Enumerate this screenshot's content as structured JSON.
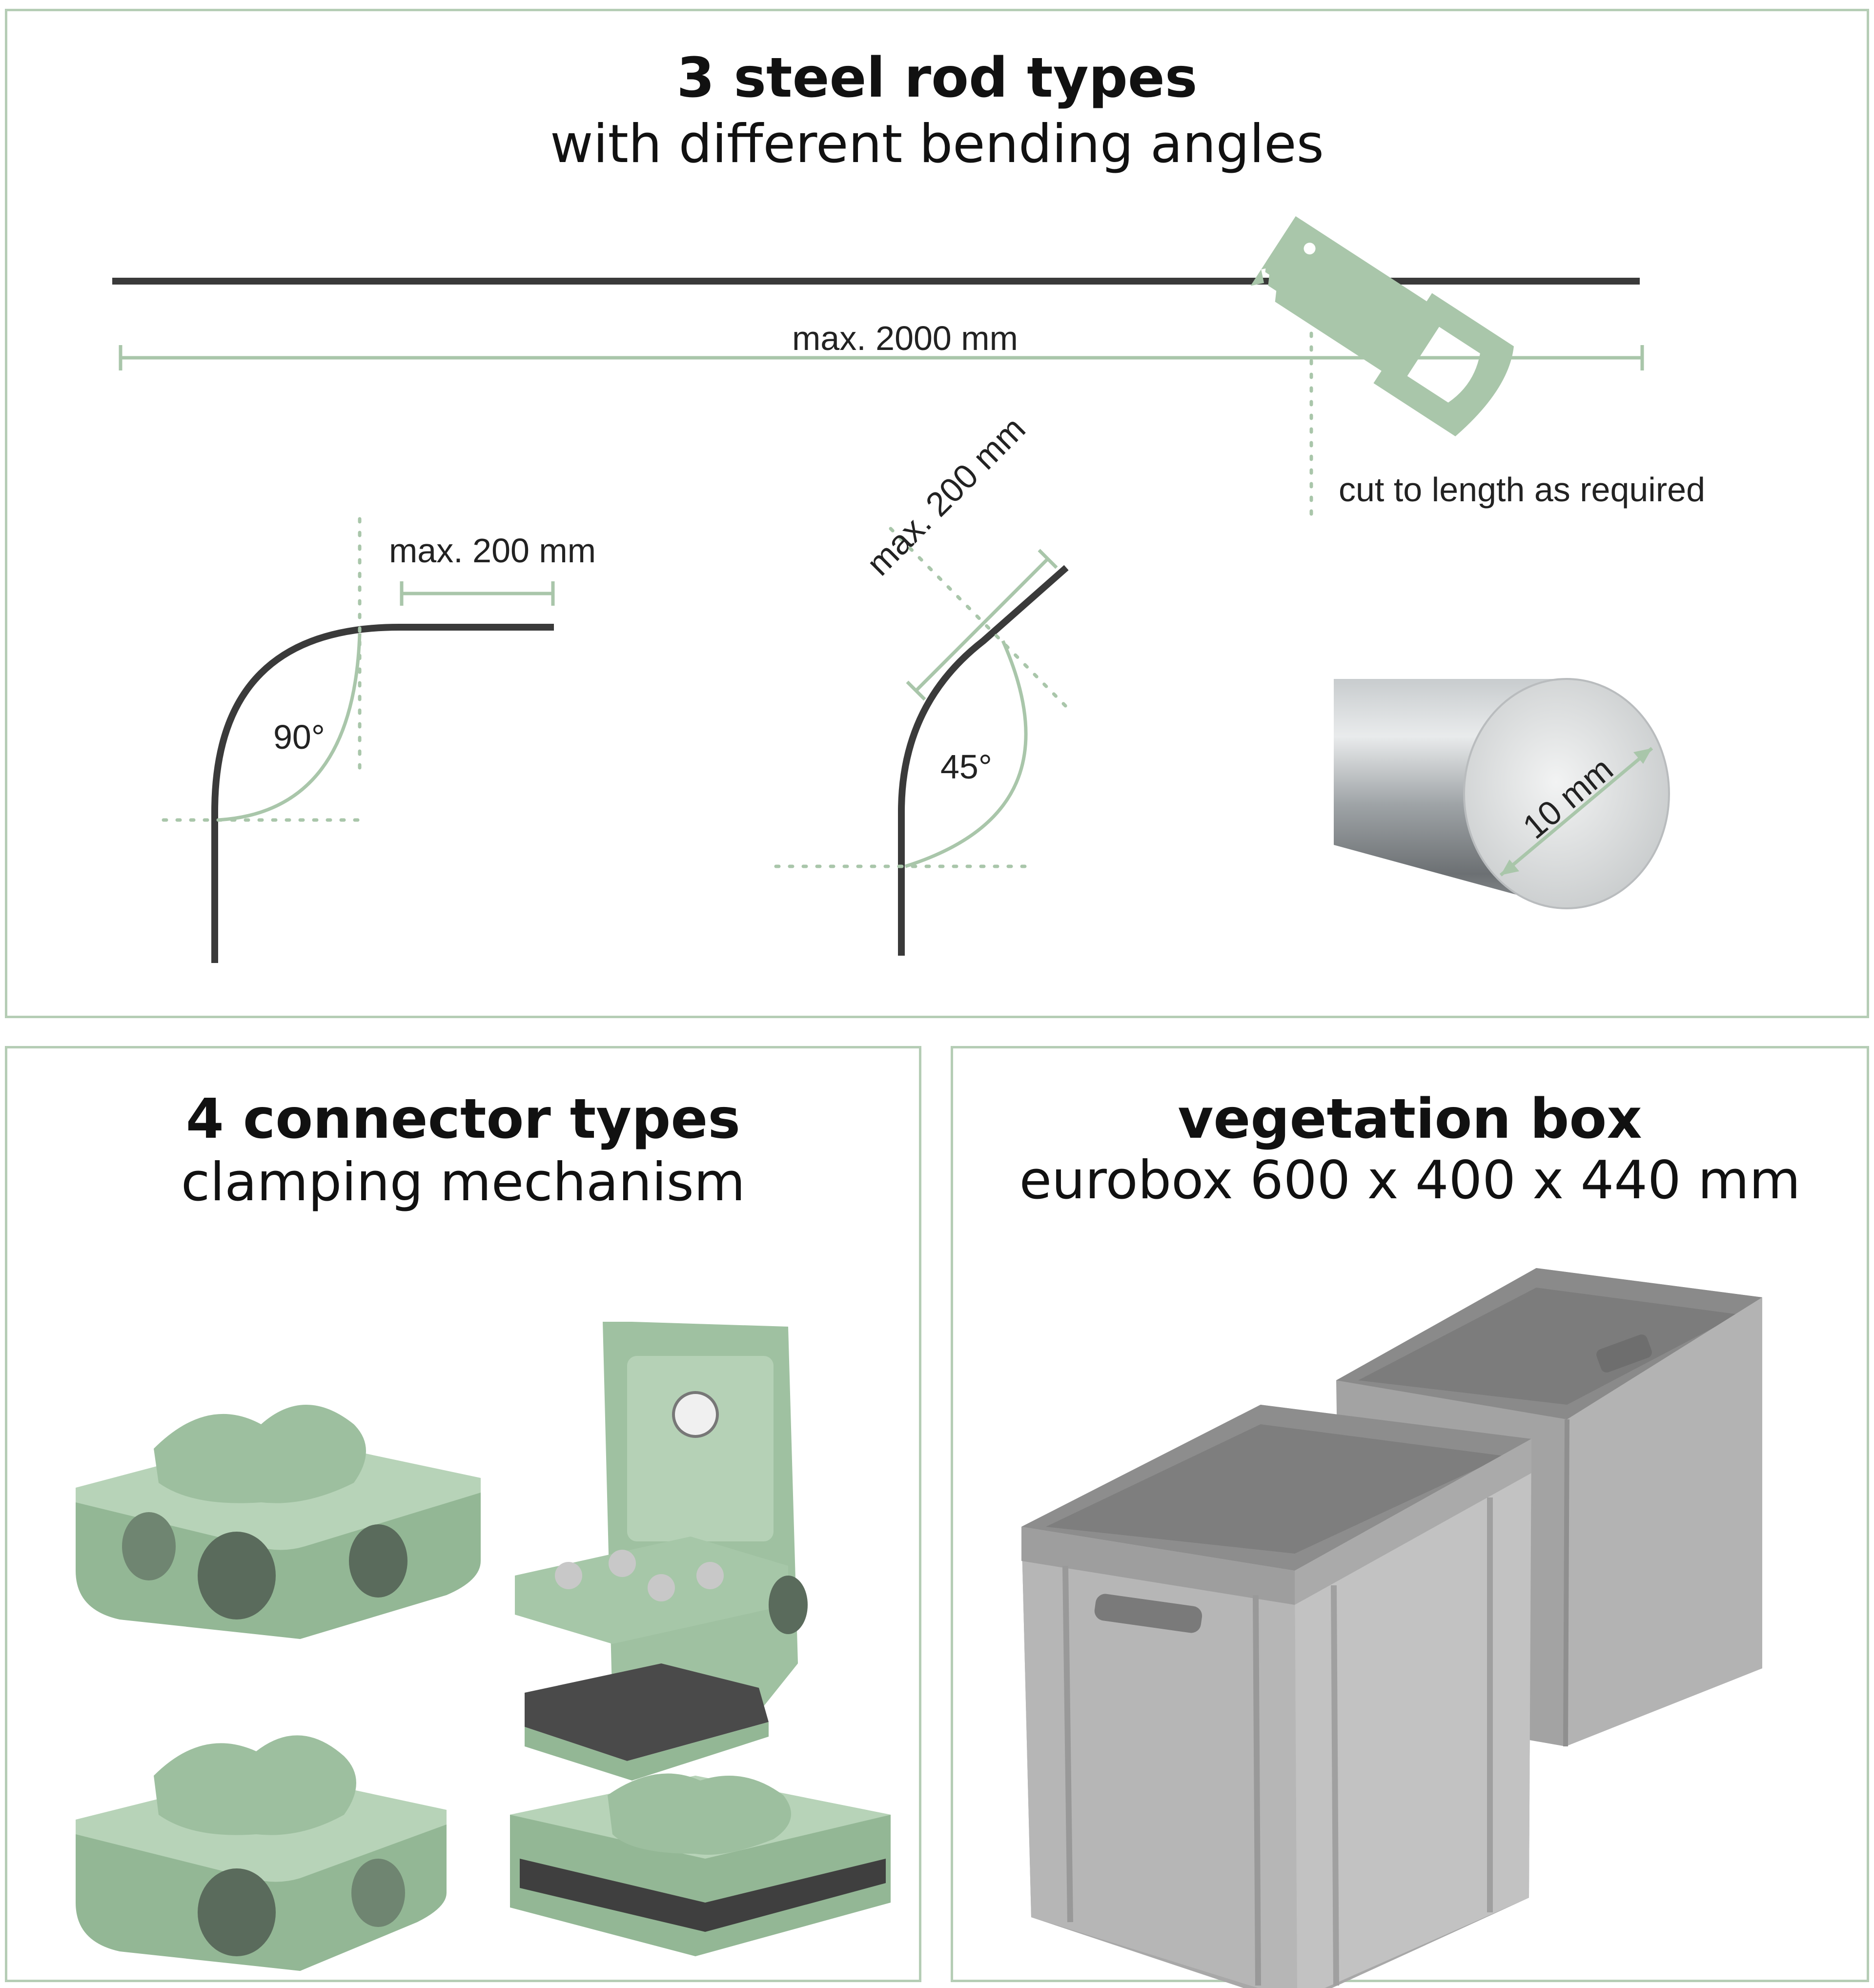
{
  "rods": {
    "title_bold": "3 steel rod types",
    "title_sub": "with different bending angles",
    "straight_length_label": "max. 2000 mm",
    "cut_label": "cut to length as required",
    "bend90_length_label": "max. 200 mm",
    "bend90_angle_label": "90°",
    "bend45_length_label": "max. 200 mm",
    "bend45_angle_label": "45°",
    "diameter_label": "10 mm"
  },
  "connectors": {
    "title_bold": "4 connector types",
    "title_sub": "clamping mechanism"
  },
  "vegetation_box": {
    "title_bold": "vegetation box",
    "title_sub": "eurobox 600 x 400 x 440 mm"
  },
  "colors": {
    "accent_green": "#a9c6aa",
    "connector_green": "#a8c8a8",
    "rod_dark": "#3a3a3a",
    "panel_border": "#b5cdb5",
    "box_grey": "#9a9a9a"
  },
  "icons": [
    "saw-icon"
  ]
}
